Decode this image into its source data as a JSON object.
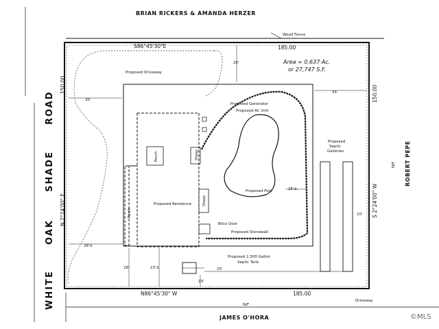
{
  "neighbors": {
    "north": "BRIAN RICKERS & AMANDA HERZER",
    "south": "JAMES O'HORA",
    "east": "ROBERT PEPE",
    "east_prefix": "N/F",
    "south_prefix": "N/F"
  },
  "road": [
    "WHITE",
    "OAK",
    "SHADE",
    "ROAD"
  ],
  "bearings": {
    "north": "S86°45'30\"E",
    "south": "N86°45'30\" W",
    "west": "N 2°24'00\" E",
    "east": "S 2°24'00\" W"
  },
  "distances": {
    "north": "185.00",
    "south": "185.00",
    "west": "150.00",
    "east": "150.00"
  },
  "area": {
    "line1": "Area = 0.637 Ac.",
    "line2": "or 27,747 S.F."
  },
  "offsets": {
    "top_setback": "25'",
    "left_setback": "35'",
    "right_setback": "35'",
    "bottom_setback": "25'",
    "house_front": "38'±",
    "tank_left": "28'",
    "tank_mid": "23'±",
    "tank_bottom": "10'",
    "pool_edge": "25'±",
    "septic_gap": "10'"
  },
  "labels": {
    "wood_fence": "Wood Fence",
    "driveway_proposed": "Proposed Driveway",
    "generator": "Proposed Generator",
    "ac_unit": "Proposed AC Unit",
    "residence": "Proposed Residence",
    "pool": "Proposed Pool",
    "porch_top": "Porch",
    "porch_side": "Porch",
    "stoop_top": "Stoop",
    "stoop_mid": "Stoop",
    "bilco": "Bilco Door",
    "stonewall": "Proposed Stonewall",
    "septic_tank_1": "Proposed 1,500 Gallon",
    "septic_tank_2": "Septic Tank",
    "galleries_1": "Proposed",
    "galleries_2": "Septic",
    "galleries_3": "Galleries",
    "driveway": "Driveway"
  },
  "watermark": "©MLS"
}
